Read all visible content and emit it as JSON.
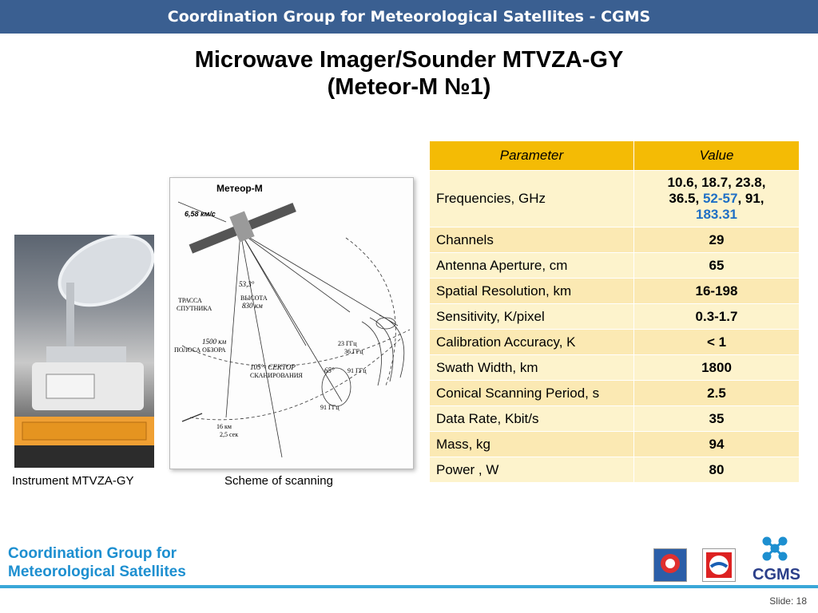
{
  "header": {
    "title": "Coordination Group for Meteorological Satellites - CGMS"
  },
  "slide_title": {
    "line1": "Microwave Imager/Sounder  MTVZA-GY",
    "line2": "(Meteor-M №1)"
  },
  "captions": {
    "instrument": "Instrument MTVZA-GY",
    "scheme": "Scheme of scanning"
  },
  "scheme": {
    "satellite": "Метеор-М",
    "speed": "6,58 км/с",
    "track_1": "ТРАССА",
    "track_2": "СПУТНИКА",
    "angle": "53,3°",
    "altitude_1": "ВЫСОТА",
    "altitude_2": "830 км",
    "swath_1": "1500 км",
    "swath_2": "ПОЛОСА ОБЗОРА",
    "sector_1": "105°- СЕКТОР",
    "sector_2": "СКАНИРОВАНИЯ",
    "cone": "65°",
    "f23": "23 ГГц",
    "f36": "36 ГГц",
    "f91a": "91 ГГц",
    "f91b": "91 ГГц",
    "dist": "16 км",
    "time": "2,5 сек"
  },
  "table": {
    "headers": {
      "parameter": "Parameter",
      "value": "Value"
    },
    "freq": {
      "label": "Frequencies, GHz",
      "v1": "10.6, 18.7, 23.8,",
      "v2": "36.5, ",
      "v3": "52-57",
      "v4": ", 91,",
      "v5": "183.31"
    },
    "rows": [
      {
        "p": "Channels",
        "v": "29"
      },
      {
        "p": "Antenna Aperture, cm",
        "v": "65"
      },
      {
        "p": "Spatial Resolution, km",
        "v": "16-198"
      },
      {
        "p": "Sensitivity, K/pixel",
        "v": "0.3-1.7"
      },
      {
        "p": "Calibration Accuracy, K",
        "v": "< 1"
      },
      {
        "p": "Swath Width, km",
        "v": "1800"
      },
      {
        "p": "Conical Scanning Period, s",
        "v": "2.5"
      },
      {
        "p": "Data Rate, Kbit/s",
        "v": "35"
      },
      {
        "p": "Mass, kg",
        "v": "94"
      },
      {
        "p": "Power , W",
        "v": "80"
      }
    ]
  },
  "footer": {
    "org_line1": "Coordination Group for",
    "org_line2": "Meteorological Satellites",
    "cgms": "CGMS",
    "slide": "Slide: 18"
  },
  "colors": {
    "header_bg": "#3a5f91",
    "table_header": "#f4bb05",
    "accent_blue": "#1d8fd0"
  }
}
